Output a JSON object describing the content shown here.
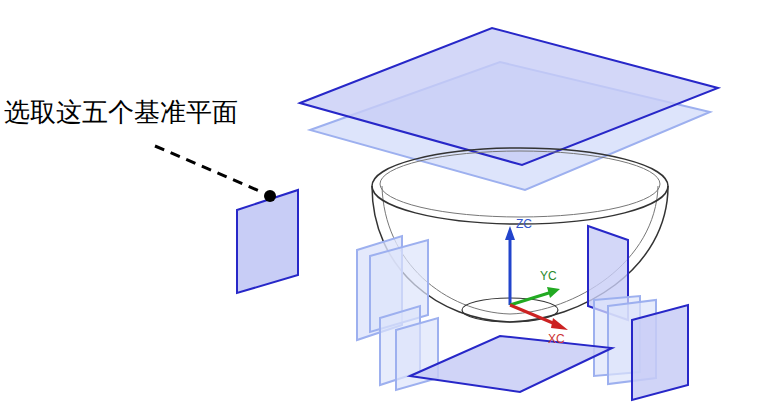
{
  "diagram": {
    "labels": [
      "选取这五个基准平面",
      "ZC",
      "YC",
      "XC"
    ]
  }
}
